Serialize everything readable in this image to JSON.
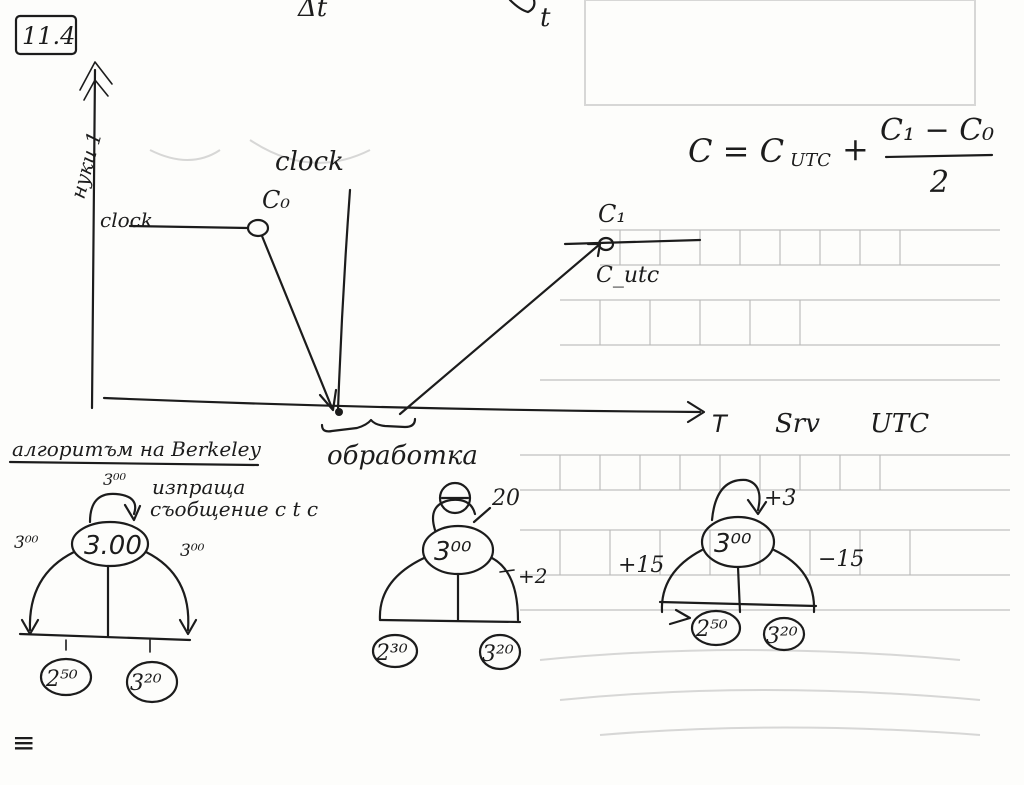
{
  "top_fragments": {
    "left": "Δt",
    "right": "t"
  },
  "section_label": "11.4",
  "cristian": {
    "y_axis_label": "нуки 1",
    "clock_label": "clock",
    "clock_heading": "clock",
    "c0": "C₀",
    "c1": "C₁",
    "c_utc": "C_utc",
    "processing": "обработка",
    "t_label": "T",
    "srv_label": "Srv",
    "utc_label": "UTC",
    "formula": {
      "lhs": "C = C",
      "lhs_sub": "UTC",
      "plus": "+",
      "numerator": "C₁ − C₀",
      "denominator": "2"
    }
  },
  "berkeley": {
    "title": "алгоритъм на Berkeley",
    "note_line1": "изпраща",
    "note_line2": "съобщение с t c",
    "diagram1": {
      "top_loop": "3⁰⁰",
      "center": "3.00",
      "left_arrow": "3⁰⁰",
      "right_arrow": "3⁰⁰",
      "node_left": "2⁵⁰",
      "node_right": "3²⁰"
    },
    "diagram2": {
      "top_value": "20",
      "center": "3⁰⁰",
      "right_adj": "+2",
      "node_left": "2³⁰",
      "node_right": "3²⁰"
    },
    "diagram3": {
      "top_adj": "+3",
      "center": "3⁰⁰",
      "left_adj": "+15",
      "right_adj": "−15",
      "node_left": "2⁵⁰",
      "node_right": "3²⁰"
    }
  },
  "footer_mark": "≡"
}
